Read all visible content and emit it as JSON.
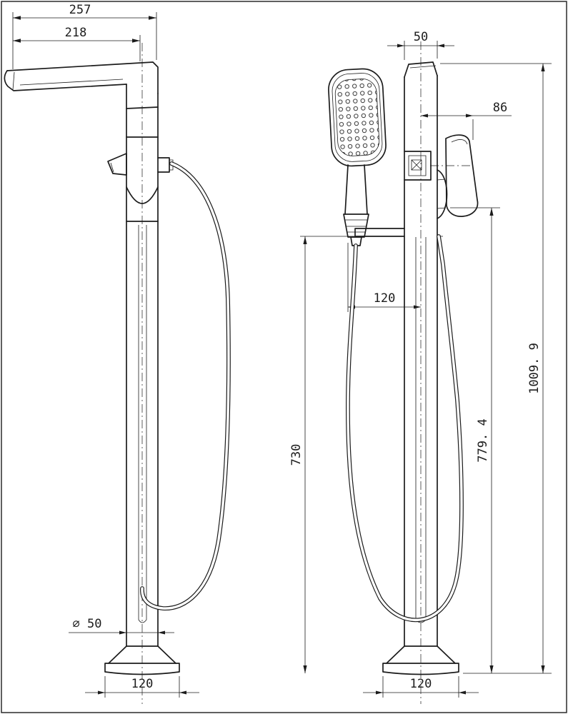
{
  "side_view": {
    "overall_reach": "257",
    "spout_reach": "218",
    "pipe_diameter": "⌀ 50",
    "base_width": "120"
  },
  "front_view": {
    "body_width": "50",
    "handle_offset": "86",
    "hose_offset": "120",
    "spout_height": "730",
    "handle_height": "779. 4",
    "overall_height": "1009. 9",
    "base_width": "120"
  }
}
